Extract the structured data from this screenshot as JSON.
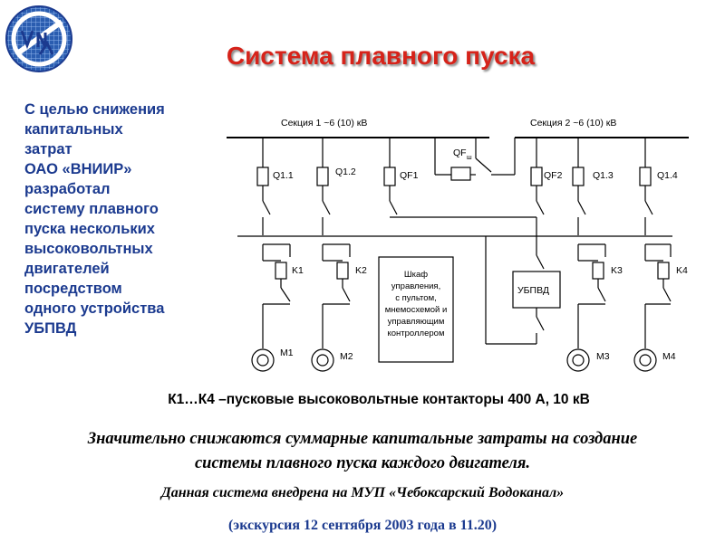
{
  "title": "Система плавного пуска",
  "intro_lines": [
    "С целью снижения",
    "капитальных",
    "затрат",
    "ОАО «ВНИИР»",
    "разработал",
    "систему плавного",
    "пуска нескольких",
    "высоковольтных",
    "двигателей",
    "посредством",
    "одного устройства",
    "УБПВД"
  ],
  "diagram": {
    "section1": "Секция 1 ~6 (10) кВ",
    "section2": "Секция 2  ~6 (10) кВ",
    "qf_main": "QF",
    "qf_main_sub": "ш",
    "breakers": {
      "q11": "Q1.1",
      "q12": "Q1.2",
      "qf1": "QF1",
      "qf2": "QF2",
      "q13": "Q1.3",
      "q14": "Q1.4"
    },
    "contactors": {
      "k1": "K1",
      "k2": "K2",
      "k3": "K3",
      "k4": "K4"
    },
    "motors": {
      "m1": "M1",
      "m2": "M2",
      "m3": "M3",
      "m4": "M4"
    },
    "ubpvd": "УБПВД",
    "cabinet_lines": [
      "Шкаф",
      "управления,",
      "с пультом,",
      "мнемосхемой и",
      "управляющим",
      "контроллером"
    ]
  },
  "caption": "К1…К4 –пусковые высоковольтные контакторы 400 А, 10 кВ",
  "summary_lines": [
    "Значительно снижаются суммарные капитальные затраты на создание",
    "системы плавного пуска каждого двигателя."
  ],
  "deploy": "Данная система внедрена на МУП «Чебоксарский Водоканал»",
  "excursion": "(экскурсия 12 сентября 2003 года в 11.20)",
  "colors": {
    "title": "#d6231a",
    "accent_blue": "#1b3a8f",
    "logo_blue": "#2a5db0"
  }
}
